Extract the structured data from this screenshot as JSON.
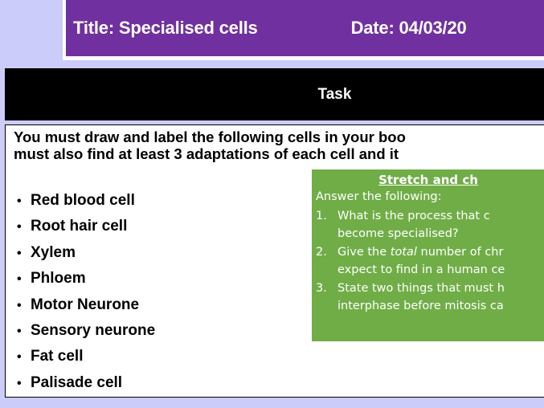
{
  "slide": {
    "background_color": "#ccccfa",
    "banner": {
      "background_color": "#7030a0",
      "title": "Title: Specialised cells",
      "date": "Date: 04/03/20"
    },
    "task_bar": {
      "background_color": "#000000",
      "label": "Task"
    },
    "content": {
      "intro_line_1": "You must draw and label the following cells in your boo",
      "intro_line_2": "must also find at least 3 adaptations of each cell and it",
      "bullet_glyph": "•",
      "cells": [
        "Red blood cell",
        "Root hair cell",
        "Xylem",
        "Phloem",
        "Motor Neurone",
        "Sensory neurone",
        "Fat cell",
        "Palisade cell"
      ]
    },
    "stretch": {
      "background_color": "#70ad47",
      "heading": "Stretch and ch",
      "intro": "Answer the following:",
      "questions": [
        {
          "number": "1.",
          "line_1_pre": "What is the process that c",
          "line_1_italic": "",
          "line_1_post": "",
          "line_2": "become specialised?"
        },
        {
          "number": "2.",
          "line_1_pre": "Give the ",
          "line_1_italic": "total",
          "line_1_post": " number of chr",
          "line_2": "expect to find in a human ce"
        },
        {
          "number": "3.",
          "line_1_pre": "State two things that must h",
          "line_1_italic": "",
          "line_1_post": "",
          "line_2": "interphase before mitosis ca"
        }
      ]
    }
  }
}
